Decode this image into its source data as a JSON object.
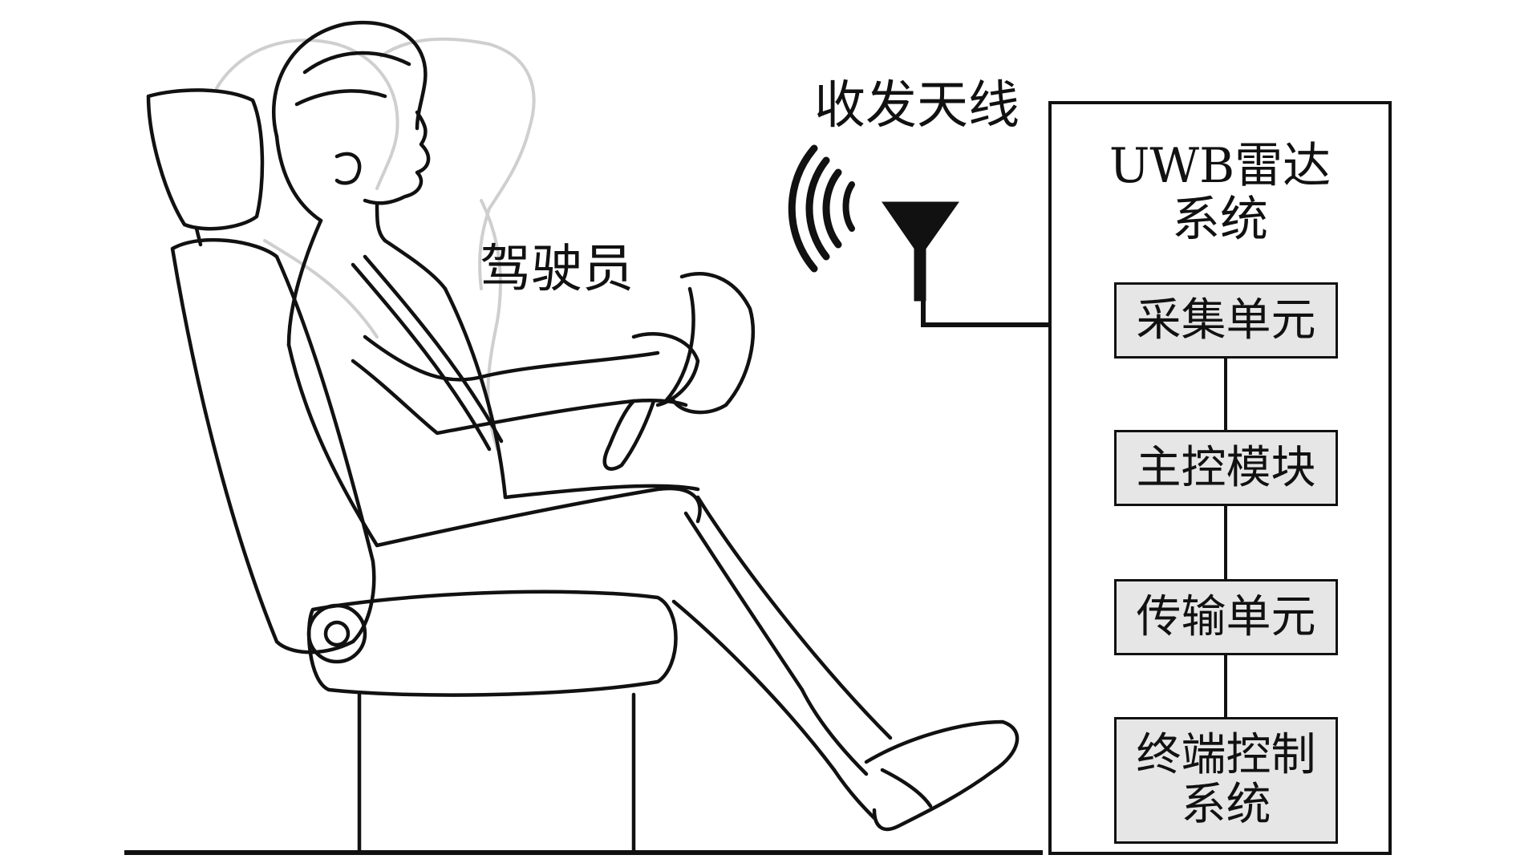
{
  "labels": {
    "antenna": "收发天线",
    "driver": "驾驶员"
  },
  "radar_system": {
    "title_line1": "UWB雷达",
    "title_line2": "系统",
    "units": [
      {
        "line1": "采集单元",
        "line2": ""
      },
      {
        "line1": "主控模块",
        "line2": ""
      },
      {
        "line1": "传输单元",
        "line2": ""
      },
      {
        "line1": "终端控制",
        "line2": "系统"
      }
    ]
  },
  "colors": {
    "stroke": "#111111",
    "ghost_stroke": "#cfcfcf",
    "unit_fill": "#e6e6e6"
  },
  "icons": [
    "antenna-icon",
    "radio-wave-icon",
    "driver-illustration",
    "car-seat-illustration"
  ]
}
